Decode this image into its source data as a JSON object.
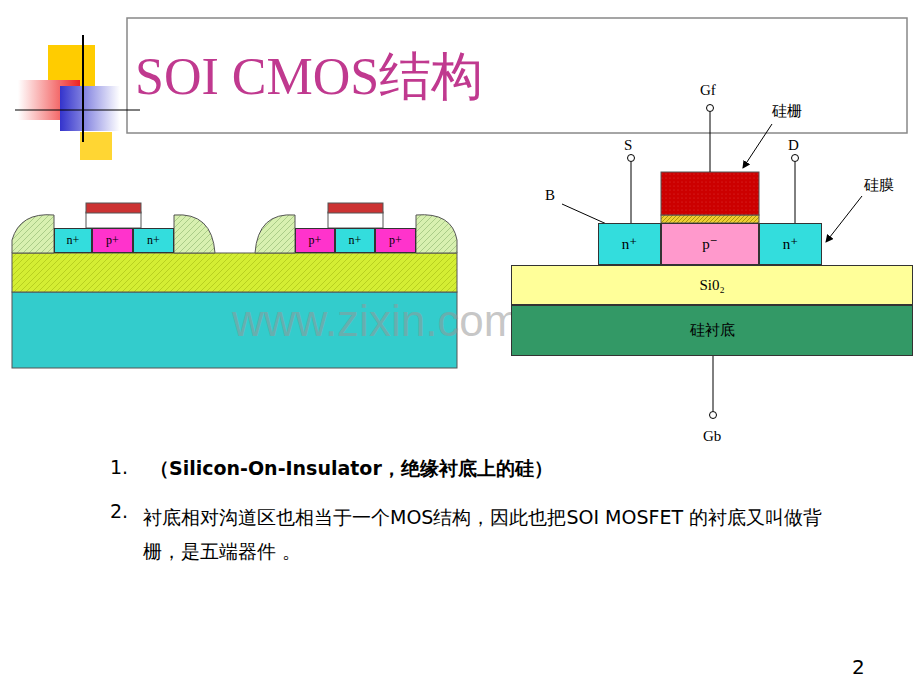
{
  "diagram": {
    "title": "SOI CMOS结构",
    "nodes": [
      {
        "text": [
          "n+"
        ]
      },
      {
        "text": [
          "p+"
        ]
      },
      {
        "text": [
          "n+"
        ]
      },
      {
        "text": [
          "p+"
        ]
      },
      {
        "text": [
          "n+"
        ]
      },
      {
        "text": [
          "p+"
        ]
      },
      {
        "text": [
          "n⁺"
        ]
      },
      {
        "text": [
          "p⁻"
        ]
      },
      {
        "text": [
          "n⁺"
        ]
      },
      {
        "text": [
          "Si0₂"
        ]
      },
      {
        "text": [
          "硅衬底"
        ]
      }
    ],
    "labels": [
      "Gf",
      "硅栅",
      "S",
      "D",
      "B",
      "硅膜",
      "Gb",
      "www.zixin.com.cn",
      "1.",
      "（Silicon-On-Insulator，绝缘衬底上的硅）",
      "2.",
      "衬底相对沟道区也相当于一个MOS结构，因此也把SOI MOSFET 的衬底又叫做背栅，是五端器件 。",
      "2"
    ]
  }
}
